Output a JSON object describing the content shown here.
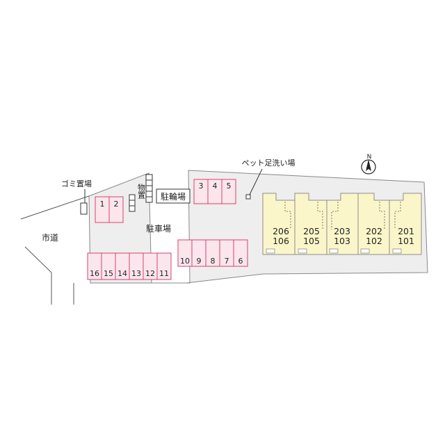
{
  "labels": {
    "road": "市道",
    "garbage": "ゴミ置場",
    "storage": "物置",
    "bicycle": "駐輪場",
    "parking": "駐車場",
    "pet_wash": "ペット足洗い場",
    "north": "N"
  },
  "stalls_top_left": [
    "1",
    "2"
  ],
  "stalls_top_mid": [
    "3",
    "4",
    "5"
  ],
  "stalls_mid": [
    "10",
    "9",
    "8",
    "7",
    "6"
  ],
  "stalls_bottom": [
    "16",
    "15",
    "14",
    "13",
    "12",
    "11"
  ],
  "units": [
    {
      "upper": "206",
      "lower": "106"
    },
    {
      "upper": "205",
      "lower": "105"
    },
    {
      "upper": "203",
      "lower": "103"
    },
    {
      "upper": "202",
      "lower": "102"
    },
    {
      "upper": "201",
      "lower": "101"
    }
  ],
  "colors": {
    "site": "#eeeeee",
    "stall_fill": "#fbe6ee",
    "stall_border": "#d9416b",
    "unit_fill": "#fbf6c9",
    "unit_border": "#8c8c8c"
  }
}
